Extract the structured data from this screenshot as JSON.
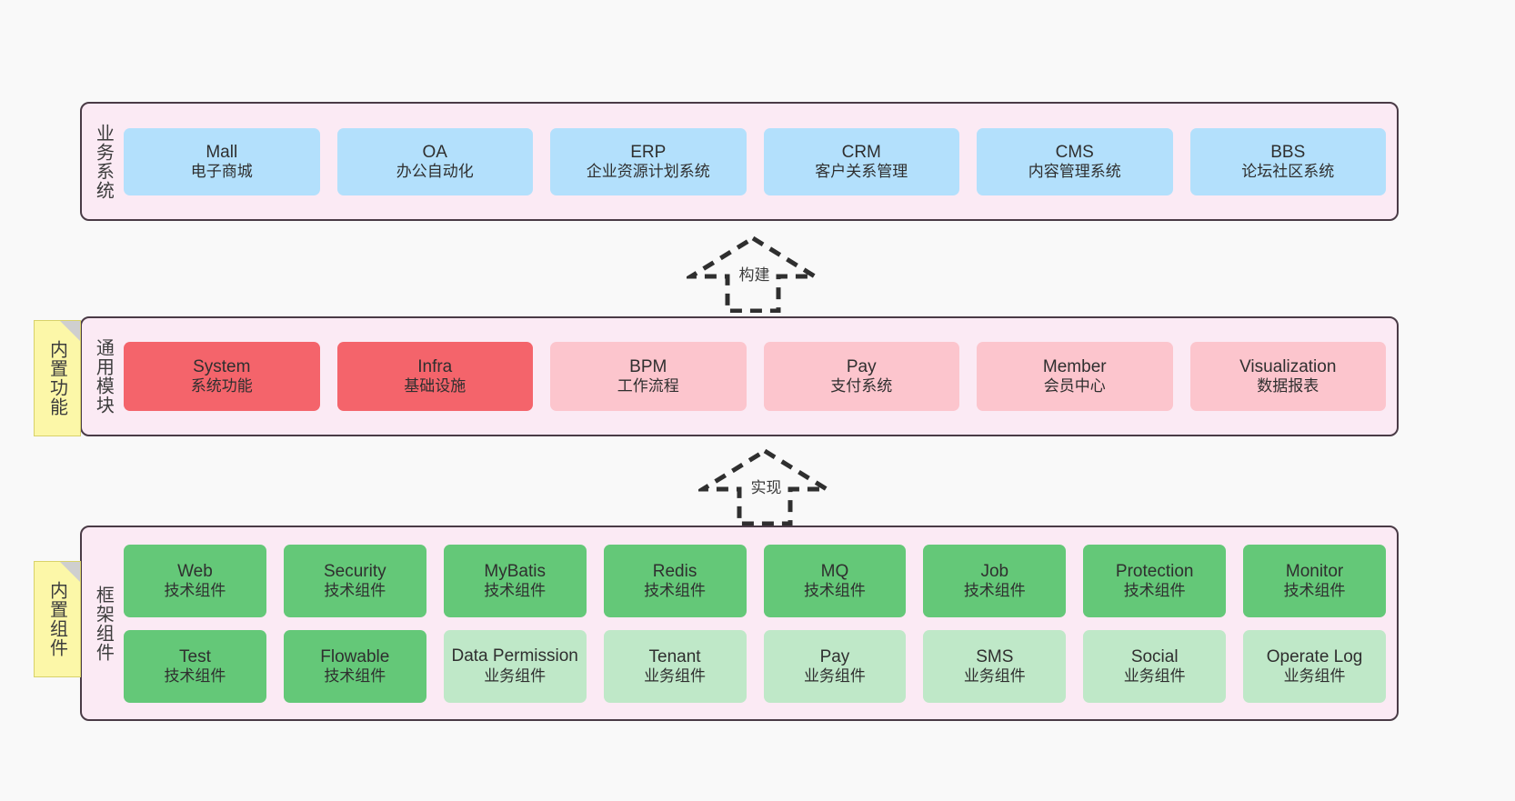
{
  "diagram": {
    "background_color": "#f9f9f9",
    "layers": [
      {
        "id": "business",
        "title": "业务系统",
        "container_color": "#fbeaf4",
        "rows": [
          {
            "items": [
              {
                "title": "Mall",
                "sub": "电子商城",
                "color": "#b3e0fc",
                "tone": "blue"
              },
              {
                "title": "OA",
                "sub": "办公自动化",
                "color": "#b3e0fc",
                "tone": "blue"
              },
              {
                "title": "ERP",
                "sub": "企业资源计划系统",
                "color": "#b3e0fc",
                "tone": "blue"
              },
              {
                "title": "CRM",
                "sub": "客户关系管理",
                "color": "#b3e0fc",
                "tone": "blue"
              },
              {
                "title": "CMS",
                "sub": "内容管理系统",
                "color": "#b3e0fc",
                "tone": "blue"
              },
              {
                "title": "BBS",
                "sub": "论坛社区系统",
                "color": "#b3e0fc",
                "tone": "blue"
              }
            ]
          }
        ]
      },
      {
        "id": "common",
        "title": "通用模块",
        "container_color": "#fbeaf4",
        "note": "内置功能",
        "rows": [
          {
            "items": [
              {
                "title": "System",
                "sub": "系统功能",
                "color": "#f4646b",
                "tone": "red"
              },
              {
                "title": "Infra",
                "sub": "基础设施",
                "color": "#f4646b",
                "tone": "red"
              },
              {
                "title": "BPM",
                "sub": "工作流程",
                "color": "#fcc5cd",
                "tone": "pink"
              },
              {
                "title": "Pay",
                "sub": "支付系统",
                "color": "#fcc5cd",
                "tone": "pink"
              },
              {
                "title": "Member",
                "sub": "会员中心",
                "color": "#fcc5cd",
                "tone": "pink"
              },
              {
                "title": "Visualization",
                "sub": "数据报表",
                "color": "#fcc5cd",
                "tone": "pink"
              }
            ]
          }
        ]
      },
      {
        "id": "framework",
        "title": "框架组件",
        "container_color": "#fbeaf4",
        "note": "内置组件",
        "rows": [
          {
            "items": [
              {
                "title": "Web",
                "sub": "技术组件",
                "color": "#64c878",
                "tone": "green"
              },
              {
                "title": "Security",
                "sub": "技术组件",
                "color": "#64c878",
                "tone": "green"
              },
              {
                "title": "MyBatis",
                "sub": "技术组件",
                "color": "#64c878",
                "tone": "green"
              },
              {
                "title": "Redis",
                "sub": "技术组件",
                "color": "#64c878",
                "tone": "green"
              },
              {
                "title": "MQ",
                "sub": "技术组件",
                "color": "#64c878",
                "tone": "green"
              },
              {
                "title": "Job",
                "sub": "技术组件",
                "color": "#64c878",
                "tone": "green"
              },
              {
                "title": "Protection",
                "sub": "技术组件",
                "color": "#64c878",
                "tone": "green"
              },
              {
                "title": "Monitor",
                "sub": "技术组件",
                "color": "#64c878",
                "tone": "green"
              }
            ]
          },
          {
            "items": [
              {
                "title": "Test",
                "sub": "技术组件",
                "color": "#64c878",
                "tone": "green"
              },
              {
                "title": "Flowable",
                "sub": "技术组件",
                "color": "#64c878",
                "tone": "green"
              },
              {
                "title": "Data Permission",
                "sub": "业务组件",
                "color": "#bfe8c8",
                "tone": "lightgreen"
              },
              {
                "title": "Tenant",
                "sub": "业务组件",
                "color": "#bfe8c8",
                "tone": "lightgreen"
              },
              {
                "title": "Pay",
                "sub": "业务组件",
                "color": "#bfe8c8",
                "tone": "lightgreen"
              },
              {
                "title": "SMS",
                "sub": "业务组件",
                "color": "#bfe8c8",
                "tone": "lightgreen"
              },
              {
                "title": "Social",
                "sub": "业务组件",
                "color": "#bfe8c8",
                "tone": "lightgreen"
              },
              {
                "title": "Operate Log",
                "sub": "业务组件",
                "color": "#bfe8c8",
                "tone": "lightgreen"
              }
            ]
          }
        ]
      }
    ],
    "arrows": [
      {
        "id": "build",
        "label": "构建",
        "direction": "up",
        "style": "dashed-hollow",
        "from": "common",
        "to": "business"
      },
      {
        "id": "impl",
        "label": "实现",
        "direction": "up",
        "style": "dashed-hollow",
        "from": "framework",
        "to": "common"
      }
    ],
    "notes": [
      {
        "id": "builtin-func",
        "text": "内置功能",
        "color": "#fcf7a8"
      },
      {
        "id": "builtin-comp",
        "text": "内置组件",
        "color": "#fcf7a8"
      }
    ]
  }
}
